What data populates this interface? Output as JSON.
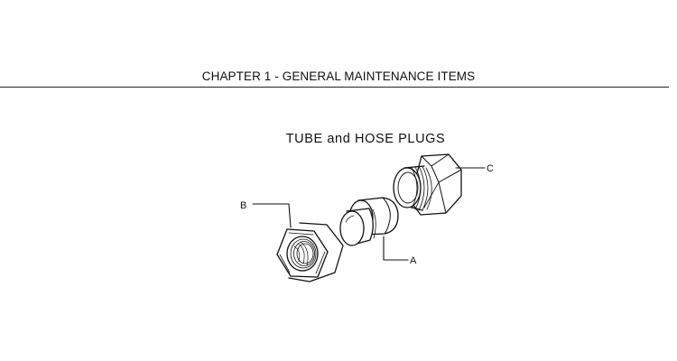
{
  "header": {
    "chapter_title": "CHAPTER 1 - GENERAL MAINTENANCE ITEMS"
  },
  "figure": {
    "title": "TUBE and HOSE PLUGS",
    "callouts": {
      "a": "A",
      "b": "B",
      "c": "C"
    },
    "parts": [
      {
        "label": "A",
        "icon": "tube-plug-icon"
      },
      {
        "label": "B",
        "icon": "hex-nut-icon"
      },
      {
        "label": "C",
        "icon": "threaded-hex-plug-icon"
      }
    ]
  },
  "colors": {
    "ink": "#111111",
    "paper": "#ffffff"
  }
}
